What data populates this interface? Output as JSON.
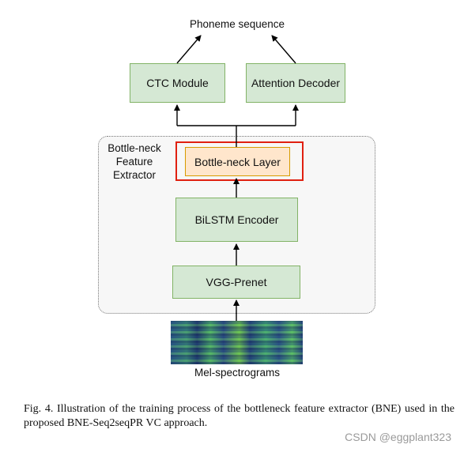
{
  "diagram": {
    "output_label": "Phoneme sequence",
    "ctc_module": "CTC Module",
    "attention_decoder": "Attention Decoder",
    "group_title_lines": [
      "Bottle-neck",
      "Feature",
      "Extractor"
    ],
    "bottleneck_layer": "Bottle-neck Layer",
    "bilstm_encoder": "BiLSTM Encoder",
    "vgg_prenet": "VGG-Prenet",
    "input_label": "Mel-spectrograms"
  },
  "caption": "Fig. 4.  Illustration of the training process of the bottleneck feature extractor (BNE) used in the proposed BNE-Seq2seqPR VC approach.",
  "watermark": "CSDN @eggplant323",
  "colors": {
    "module_fill": "#d5e8d4",
    "module_border": "#82b366",
    "bottleneck_fill": "#ffe6cc",
    "bottleneck_border": "#d79b00",
    "highlight": "#e02010"
  }
}
